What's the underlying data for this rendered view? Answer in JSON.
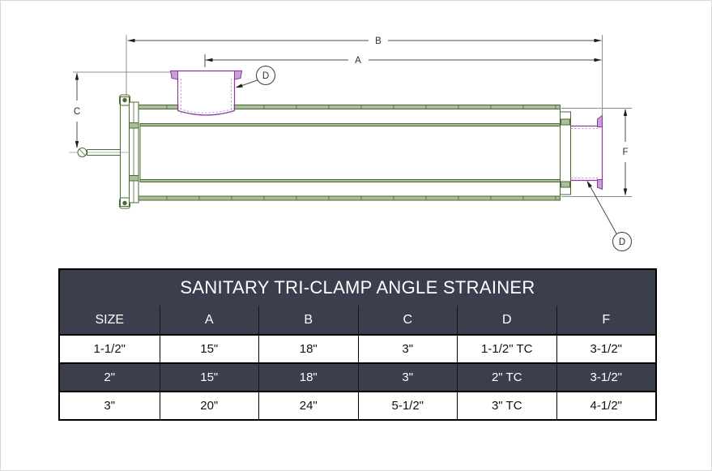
{
  "colors": {
    "table-dark": "#3b3f4d",
    "table-border": "#000000",
    "text-on-dark": "#ffffff",
    "text-on-light": "#111111",
    "draw-green": "#4a6a33",
    "draw-green-light": "#a9bf9b",
    "draw-purple": "#8a3a9c",
    "draw-purple-light": "#c9a0d6"
  },
  "drawing": {
    "labels": {
      "b": "B",
      "a": "A",
      "c": "C",
      "f": "F",
      "d_top": "D",
      "d_bottom": "D"
    }
  },
  "table": {
    "title": "SANITARY TRI-CLAMP ANGLE STRAINER",
    "columns": [
      "SIZE",
      "A",
      "B",
      "C",
      "D",
      "F"
    ],
    "rows": [
      [
        "1-1/2\"",
        "15\"",
        "18\"",
        "3\"",
        "1-1/2\" TC",
        "3-1/2\""
      ],
      [
        "2\"",
        "15\"",
        "18\"",
        "3\"",
        "2\" TC",
        "3-1/2\""
      ],
      [
        "3\"",
        "20\"",
        "24\"",
        "5-1/2\"",
        "3\" TC",
        "4-1/2\""
      ]
    ]
  }
}
